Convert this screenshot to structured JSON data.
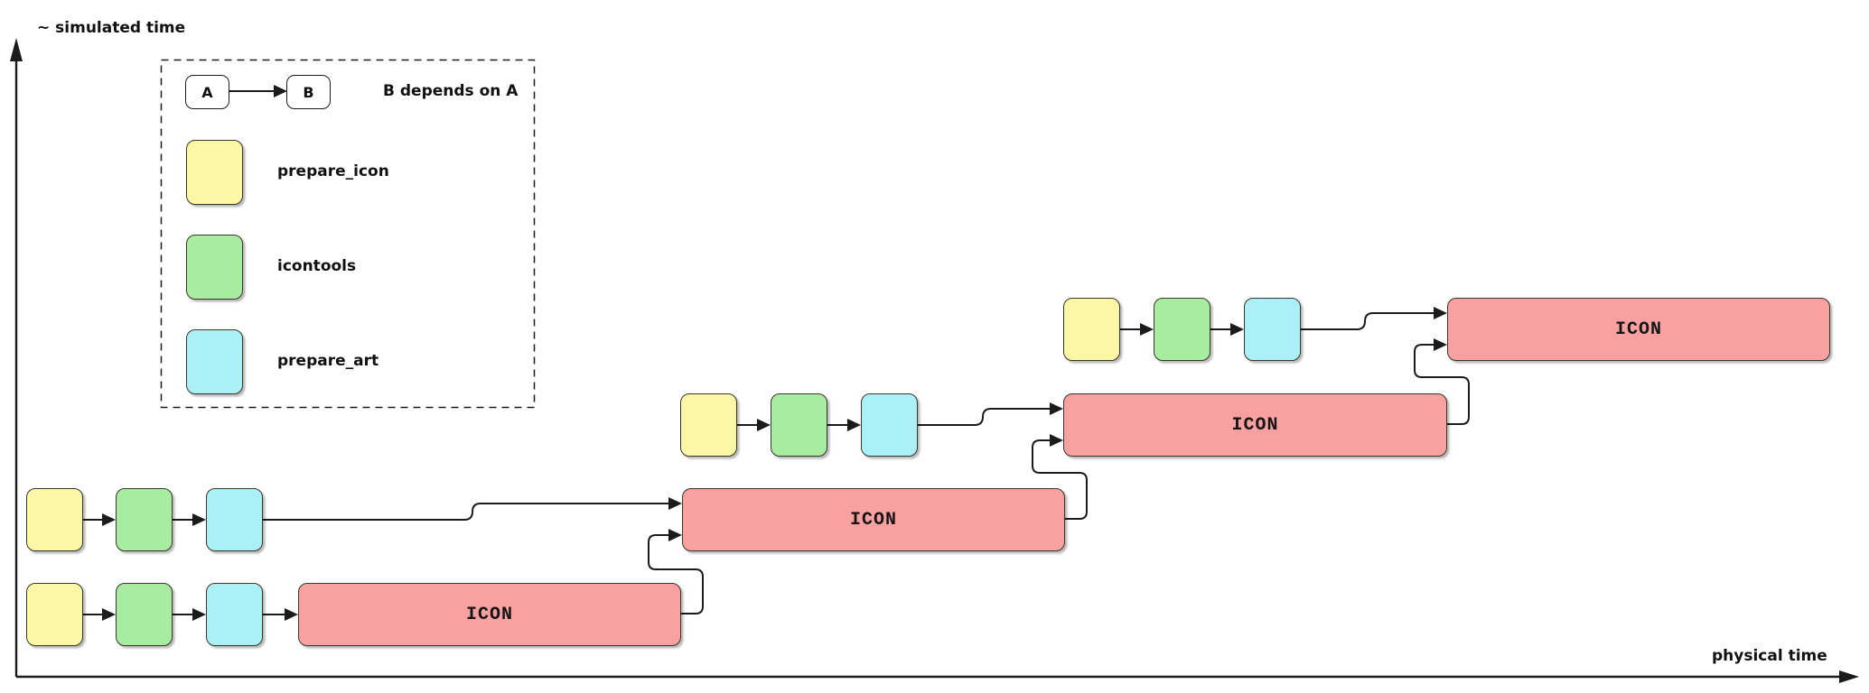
{
  "axes": {
    "y_label": "~ simulated time",
    "x_label": "physical time"
  },
  "legend": {
    "example": {
      "a_label": "A",
      "b_label": "B",
      "caption": "B depends on A"
    },
    "items": [
      {
        "id": "prepare_icon",
        "label": "prepare_icon"
      },
      {
        "id": "icontools",
        "label": "icontools"
      },
      {
        "id": "prepare_art",
        "label": "prepare_art"
      }
    ]
  },
  "build_label": "ICON",
  "palette": {
    "prepare_icon": "#fbf7a6",
    "icontools": "#a7eca0",
    "prepare_art": "#acf0f7",
    "icon_build": "#f9a0a0",
    "node_fill": "#ffffff",
    "line": "#1b1b1b"
  },
  "diagram": {
    "rows": [
      {
        "row": 1,
        "chain": [
          "prepare_icon",
          "icontools",
          "prepare_art"
        ],
        "build": "ICON"
      },
      {
        "row": 2,
        "chain": [
          "prepare_icon",
          "icontools",
          "prepare_art"
        ],
        "build": "ICON",
        "build_also_depends_on": "row 1 ICON"
      },
      {
        "row": 3,
        "chain": [
          "prepare_icon",
          "icontools",
          "prepare_art"
        ],
        "build": "ICON",
        "build_also_depends_on": "row 2 ICON"
      },
      {
        "row": 4,
        "chain": [
          "prepare_icon",
          "icontools",
          "prepare_art"
        ],
        "build": "ICON",
        "build_also_depends_on": "row 3 ICON"
      }
    ]
  }
}
